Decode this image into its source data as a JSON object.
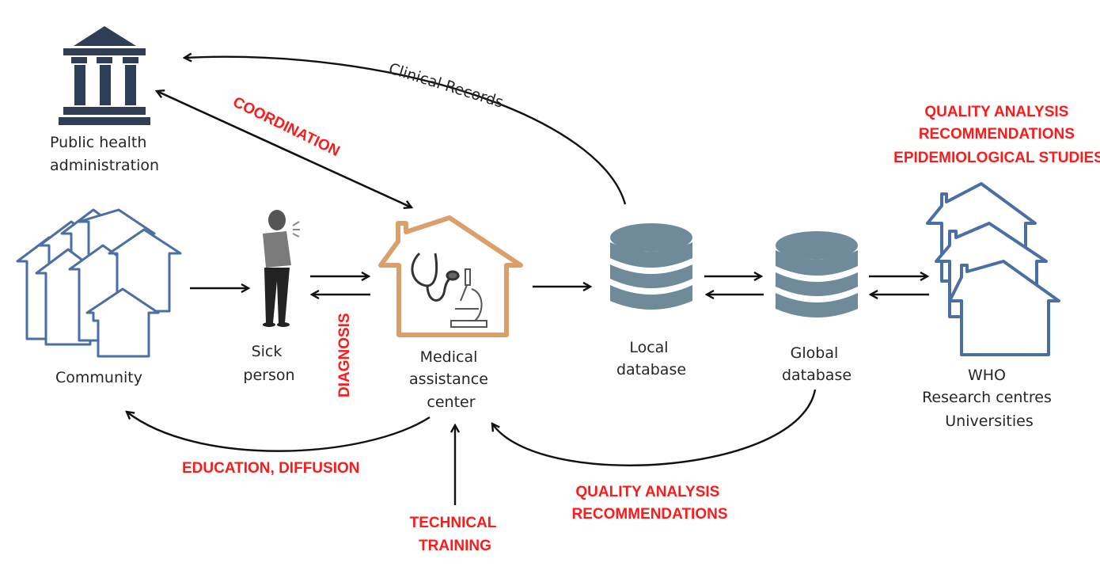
{
  "diagram": {
    "nodes": {
      "public_health": {
        "lines": [
          "Public health",
          "administration"
        ],
        "icon": "government-building-icon"
      },
      "community": {
        "lines": [
          "Community"
        ],
        "icon": "houses-cluster-icon"
      },
      "sick_person": {
        "lines": [
          "Sick",
          "person"
        ],
        "icon": "sick-person-icon"
      },
      "medical_center": {
        "lines": [
          "Medical",
          "assistance",
          "center"
        ],
        "icon": "medical-house-icon"
      },
      "local_db": {
        "lines": [
          "Local",
          "database"
        ],
        "icon": "database-icon"
      },
      "global_db": {
        "lines": [
          "Global",
          "database"
        ],
        "icon": "database-icon"
      },
      "research": {
        "lines": [
          "WHO",
          "Research centres",
          "Universities"
        ],
        "icon": "research-houses-icon"
      }
    },
    "edge_labels": {
      "clinical_records": "Clinical Records",
      "coordination": "COORDINATION",
      "diagnosis": "DIAGNOSIS",
      "education": "EDUCATION, DIFFUSION",
      "technical_training": [
        "TECHNICAL",
        "TRAINING"
      ],
      "quality_bottom": [
        "QUALITY ANALYSIS",
        "RECOMMENDATIONS"
      ],
      "quality_top": [
        "QUALITY ANALYSIS",
        "RECOMMENDATIONS",
        "EPIDEMIOLOGICAL STUDIES"
      ]
    },
    "colors": {
      "accent_red": "#ff1a1a",
      "house_blue": "#4a6fa5",
      "medical_orange": "#d9a06b",
      "database_gray": "#6f8a99",
      "building_navy": "#2f3e56"
    }
  }
}
